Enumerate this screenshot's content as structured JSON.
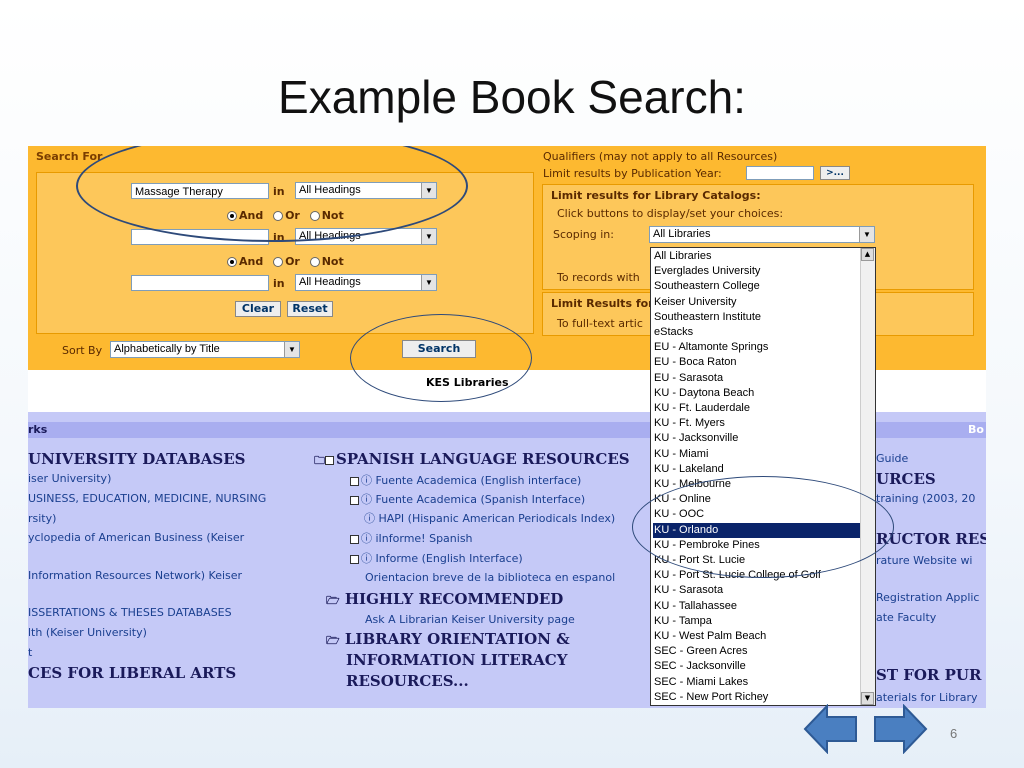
{
  "slide": {
    "title": "Example Book Search:",
    "number": "6"
  },
  "search": {
    "header": "Search For",
    "term1": "Massage Therapy",
    "in_label": "in",
    "field1": "All Headings",
    "field2": "All Headings",
    "field3": "All Headings",
    "and": "And",
    "or": "Or",
    "not": "Not",
    "clear": "Clear",
    "reset": "Reset",
    "sort_label": "Sort By",
    "sort_value": "Alphabetically by Title",
    "search_button": "Search",
    "footer": "KES Libraries"
  },
  "qualifiers": {
    "header": "Qualifiers (may not apply to all Resources)",
    "pub_year": "Limit results by Publication Year:",
    "go": ">...",
    "catalog_header": "Limit results for Library Catalogs:",
    "catalog_hint": "Click buttons to display/set your choices:",
    "scoping_label": "Scoping in:",
    "scoping_value": "All Libraries",
    "records_with": "To records with",
    "limit_for": "Limit Results for",
    "fulltext": "To full-text artic"
  },
  "scoping_options": [
    "All Libraries",
    "Everglades University",
    "Southeastern College",
    "Keiser University",
    "Southeastern Institute",
    "eStacks",
    "EU - Altamonte Springs",
    "EU - Boca Raton",
    "EU - Sarasota",
    "KU - Daytona Beach",
    "KU - Ft. Lauderdale",
    "KU - Ft. Myers",
    "KU - Jacksonville",
    "KU - Miami",
    "KU - Lakeland",
    "KU - Melbourne",
    "KU - Online",
    "KU - OOC",
    "KU - Orlando",
    "KU - Pembroke Pines",
    "KU - Port St. Lucie",
    "KU - Port St. Lucie College of Golf",
    "KU - Sarasota",
    "KU - Tallahassee",
    "KU - Tampa",
    "KU - West Palm Beach",
    "SEC - Green Acres",
    "SEC - Jacksonville",
    "SEC - Miami Lakes",
    "SEC - New Port Richey"
  ],
  "selected_option": "KU - Orlando",
  "lower": {
    "bar_left": "rks",
    "bar_right": "Bo",
    "left_col": {
      "heading1": "UNIVERSITY DATABASES",
      "items": [
        "iser University)",
        "USINESS, EDUCATION, MEDICINE, NURSING",
        "rsity)",
        "yclopedia of American Business (Keiser",
        "Information Resources Network) Keiser",
        "ISSERTATIONS & THESES DATABASES",
        "lth (Keiser University)",
        "t"
      ],
      "heading2": "CES FOR LIBERAL ARTS"
    },
    "mid_col": {
      "heading1": "SPANISH LANGUAGE RESOURCES",
      "items": [
        "Fuente Academica (English interface)",
        "Fuente Academica (Spanish Interface)",
        "HAPI (Hispanic American Periodicals Index)",
        "iInforme! Spanish",
        "Informe (English Interface)",
        "Orientacion breve de la biblioteca en espanol"
      ],
      "heading2": "HIGHLY RECOMMENDED",
      "ask": "Ask A Librarian Keiser University page",
      "heading3a": "LIBRARY ORIENTATION &",
      "heading3b": "INFORMATION LITERACY",
      "heading3c": "RESOURCES..."
    },
    "right_col": {
      "guide": "Guide",
      "urces": "URCES",
      "training": "training (2003, 20",
      "ructor": "RUCTOR RES",
      "rature": "rature Website wi",
      "registration": "Registration Applic",
      "faculty": "ate Faculty",
      "purch": "ST FOR PUR",
      "materials": "aterials for Library"
    }
  },
  "colors": {
    "orange": "#fdb930",
    "lavender": "#c5c9f7",
    "selection": "#0a246a",
    "arrow": "#4a7fc1"
  }
}
